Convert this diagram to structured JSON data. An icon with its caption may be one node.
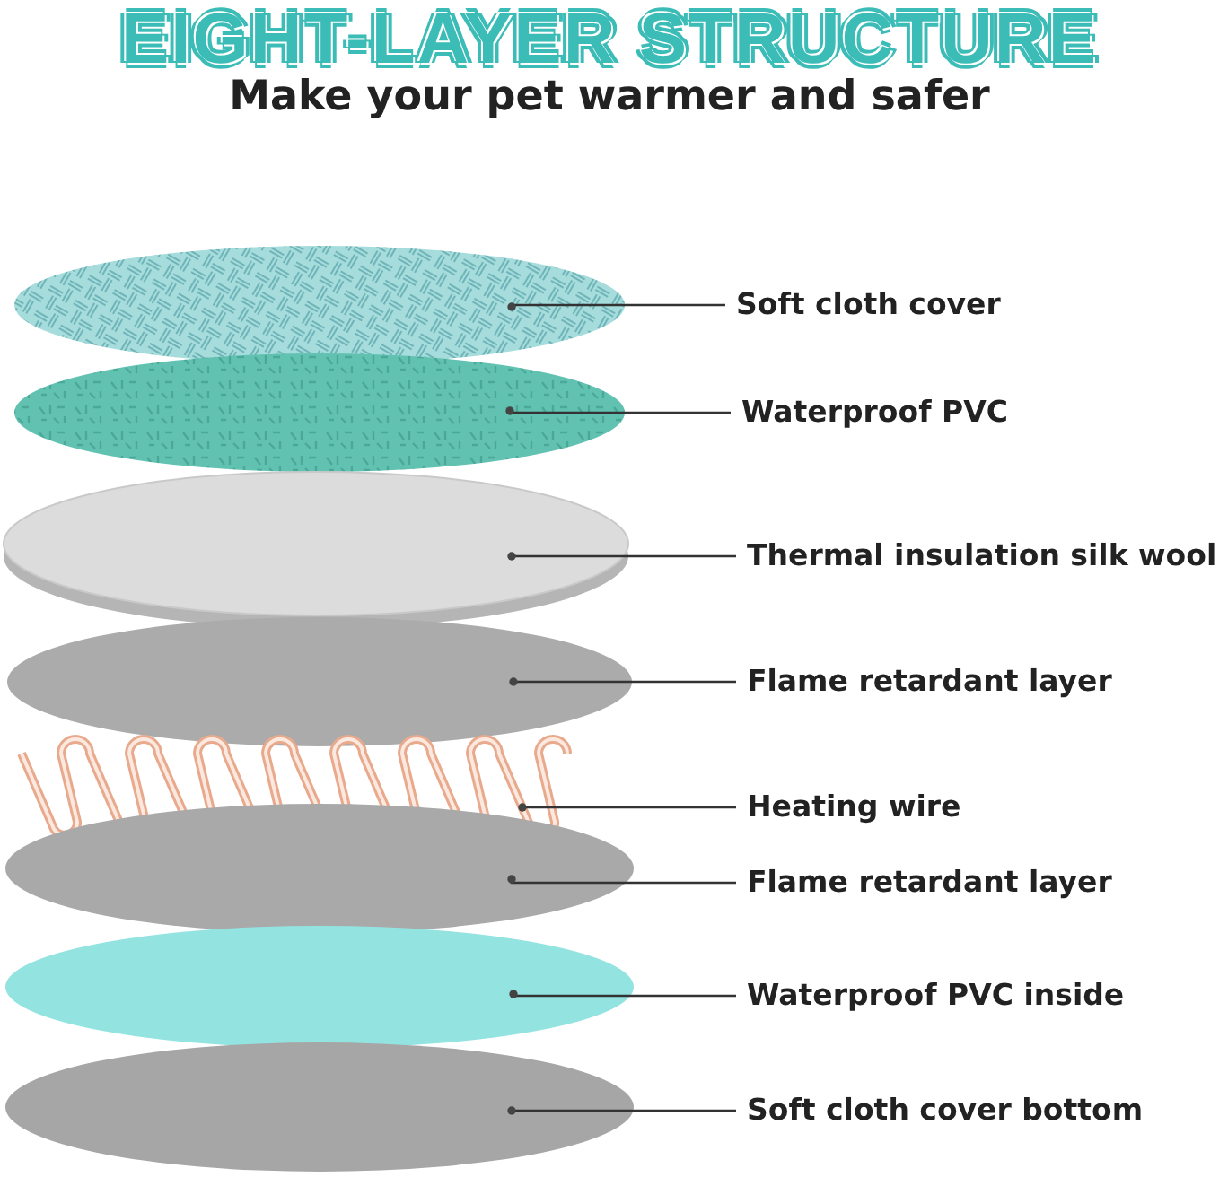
{
  "diagram": {
    "title": "EIGHT-LAYER STRUCTURE",
    "nodes": [
      {
        "text": [
          "Soft cloth cover"
        ]
      },
      {
        "text": [],
        "shape": "ellipse"
      },
      {
        "text": [
          "Waterproof PVC"
        ]
      },
      {
        "text": [],
        "shape": "ellipse"
      },
      {
        "text": [
          "Thermal insulation silk wool"
        ]
      },
      {
        "text": [],
        "shape": "ellipse"
      },
      {
        "text": [
          "Flame retardant layer"
        ]
      },
      {
        "text": [],
        "shape": "ellipse"
      },
      {
        "text": [
          "Heating wire"
        ]
      },
      {
        "text": [],
        "shape": "picture"
      },
      {
        "text": [
          "Flame retardant layer"
        ]
      },
      {
        "text": [],
        "shape": "ellipse"
      },
      {
        "text": [
          "Waterproof PVC inside"
        ]
      },
      {
        "text": [],
        "shape": "ellipse"
      },
      {
        "text": [
          "Soft cloth cover bottom"
        ]
      },
      {
        "text": [],
        "shape": "ellipse"
      }
    ],
    "edges": [
      {
        "from": 0,
        "to": 1,
        "arrow": "other"
      },
      {
        "from": 2,
        "to": 3,
        "arrow": "other"
      },
      {
        "from": 4,
        "to": 5,
        "arrow": "other"
      },
      {
        "from": 6,
        "to": 7,
        "arrow": "other"
      },
      {
        "from": 8,
        "to": 9,
        "arrow": "other"
      },
      {
        "from": 10,
        "to": 11,
        "arrow": "other"
      },
      {
        "from": 12,
        "to": 13,
        "arrow": "other"
      },
      {
        "from": 14,
        "to": 15,
        "arrow": "other"
      }
    ],
    "labels": [
      "Make your pet warmer and safer"
    ]
  }
}
